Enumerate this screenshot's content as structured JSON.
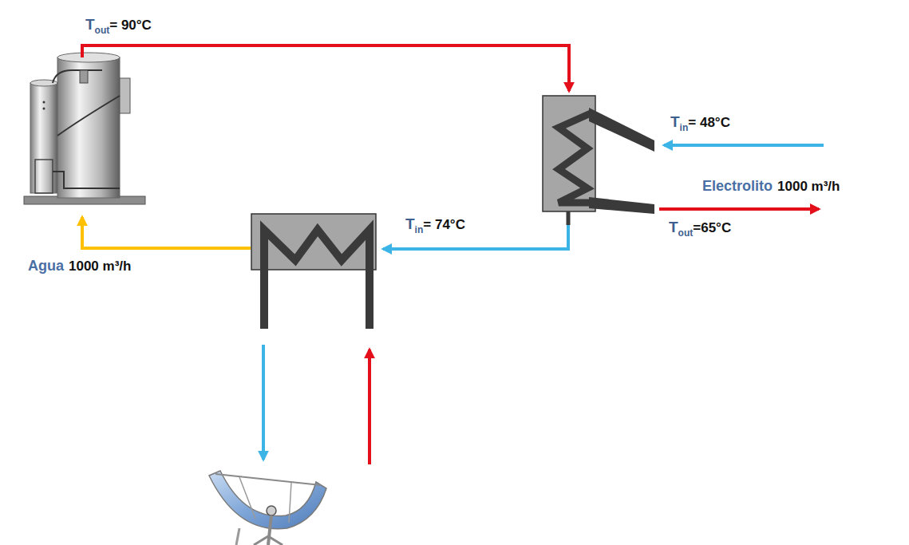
{
  "diagram": {
    "labels": [
      "T",
      "out",
      "= 90°C",
      "T",
      "in",
      "= 48°C",
      "Electrolito",
      "1000 m³/h",
      "T",
      "out",
      "=65°C",
      "T",
      "in",
      "= 74°C",
      "Agua",
      "1000 m³/h"
    ]
  }
}
